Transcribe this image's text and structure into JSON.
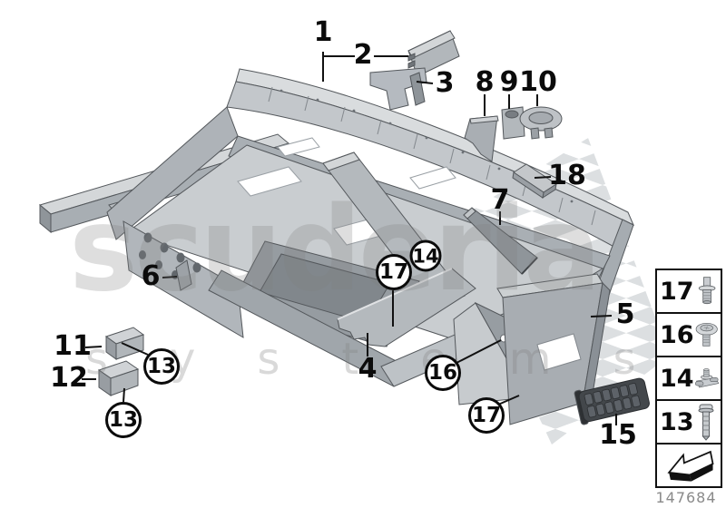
{
  "watermark": {
    "brand": "scuderia",
    "tagline": "systems"
  },
  "callouts": {
    "plain": [
      {
        "label": "1"
      },
      {
        "label": "2"
      },
      {
        "label": "3"
      },
      {
        "label": "8"
      },
      {
        "label": "9"
      },
      {
        "label": "10"
      },
      {
        "label": "18"
      },
      {
        "label": "7"
      },
      {
        "label": "5"
      },
      {
        "label": "6"
      },
      {
        "label": "11"
      },
      {
        "label": "12"
      },
      {
        "label": "4"
      },
      {
        "label": "15"
      }
    ],
    "circled": [
      {
        "label": "13"
      },
      {
        "label": "13"
      },
      {
        "label": "14"
      },
      {
        "label": "17"
      },
      {
        "label": "16"
      },
      {
        "label": "17"
      }
    ]
  },
  "legend": {
    "rows": [
      {
        "label": "17",
        "icon": "stud-rivet-icon"
      },
      {
        "label": "16",
        "icon": "washer-head-screw-icon"
      },
      {
        "label": "14",
        "icon": "bolt-clip-nut-icon"
      },
      {
        "label": "13",
        "icon": "pan-head-screw-icon"
      }
    ],
    "arrow_icon": "direction-arrow-icon"
  },
  "footer": {
    "diagram_code": "147684"
  },
  "colors": {
    "part_light": "#d4d7d9",
    "part_mid": "#b3b8bc",
    "part_dark": "#8f959a",
    "outline": "#54585c",
    "watermark_gray": "#e2e2e2",
    "checker_gray": "#dcdfe1",
    "grille_dark": "#43474b",
    "label_black": "#0b0b0b"
  }
}
